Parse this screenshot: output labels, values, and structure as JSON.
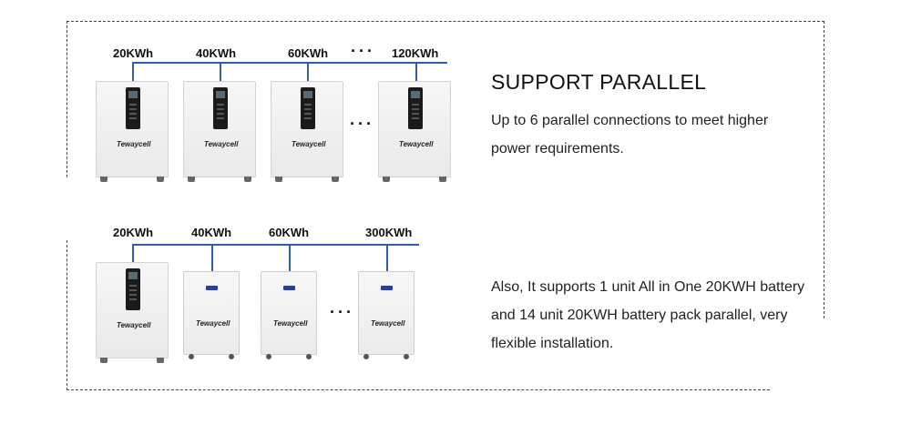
{
  "top": {
    "labels": [
      "20KWh",
      "40KWh",
      "60KWh",
      "120KWh"
    ],
    "ellipsis": "···",
    "brand": "Tewaycell"
  },
  "bottom": {
    "labels": [
      "20KWh",
      "40KWh",
      "60KWh",
      "300KWh"
    ],
    "ellipsis": "···",
    "brand": "Tewaycell"
  },
  "text": {
    "title": "SUPPORT PARALLEL",
    "desc1": "Up to 6 parallel connections to meet higher power requirements.",
    "desc2": "Also, It supports 1 unit All in One 20KWH battery and 14 unit 20KWH battery pack parallel, very flexible installation."
  },
  "colors": {
    "bus": "#2f5fb3",
    "indicator": "#2a3f9a"
  }
}
